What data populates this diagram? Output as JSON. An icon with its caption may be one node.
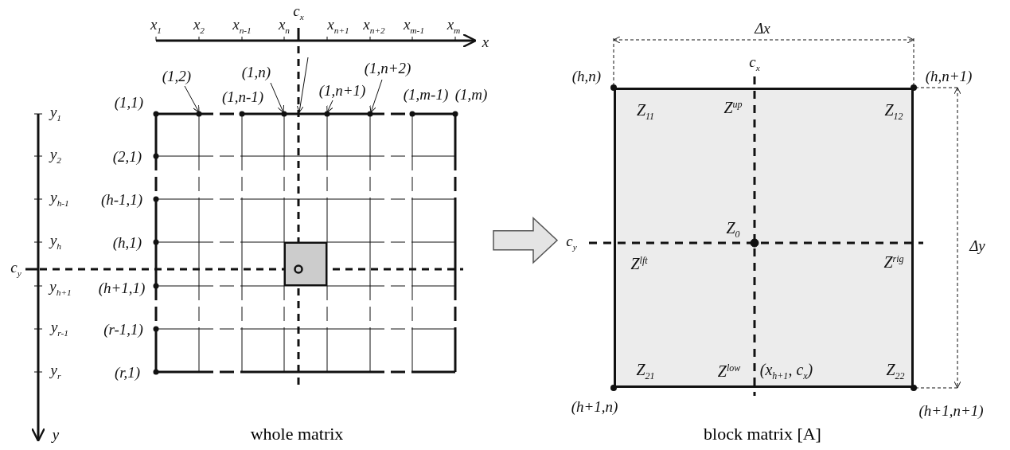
{
  "diagram": {
    "nodes": [
      {
        "text": [],
        "shape": "grid",
        "beside": [
          "whole matrix"
        ]
      },
      {
        "text": [],
        "shape": "box",
        "in": 0
      },
      {
        "text": [
          "(1,2)"
        ]
      },
      {
        "text": [
          "(1,n)"
        ]
      },
      {
        "text": [
          "(1,n+1)"
        ]
      },
      {
        "text": [
          "(1,n+2)"
        ]
      },
      {
        "text": [
          "Z$_{11}$",
          "Z$^{up}$",
          "Z$_{12}$",
          "Z$_{0}$",
          "Z$^{lft}$",
          "Z$^{rig}$",
          "Z$_{21}$",
          "Z$^{low}$",
          "(x$_{h+1}$, c$_{x}$)",
          "Z$_{22}$"
        ],
        "beside": [
          "block matrix [A]"
        ]
      }
    ],
    "edges": [
      {
        "from": 2,
        "to": 0,
        "arrow": "to"
      },
      {
        "from": 3,
        "to": 0,
        "arrow": "to"
      },
      {
        "from": null,
        "to": 0,
        "arrow": "to"
      },
      {
        "from": 4,
        "to": 0,
        "arrow": "to"
      },
      {
        "from": 5,
        "to": 0,
        "arrow": "to"
      },
      {
        "from": 0,
        "to": 6,
        "arrow": "to"
      }
    ],
    "labels": [
      "c$_{x}$",
      "x$_{1}$",
      "x$_{2}$",
      "x$_{n-1}$",
      "x$_{n}$",
      "x$_{n+1}$",
      "x$_{n+2}$",
      "x$_{m-1}$",
      "x$_{m}$",
      "x",
      "(1,1)",
      "(1,n-1)",
      "(1,m-1)",
      "(1,m)",
      "y$_{1}$",
      "y$_{2}$",
      "(2,1)",
      "y$_{h-1}$",
      "(h-1,1)",
      "y$_{h}$",
      "(h,1)",
      "c$_{y}$",
      "y$_{h+1}$",
      "(h+1,1)",
      "y$_{r-1}$",
      "(r-1,1)",
      "y$_{r}$",
      "(r,1)",
      "y",
      "Δx",
      "c$_{x}$",
      "(h,n)",
      "(h,n+1)",
      "c$_{y}$",
      "Δy",
      "(h+1,n)",
      "(h+1,n+1)"
    ]
  }
}
